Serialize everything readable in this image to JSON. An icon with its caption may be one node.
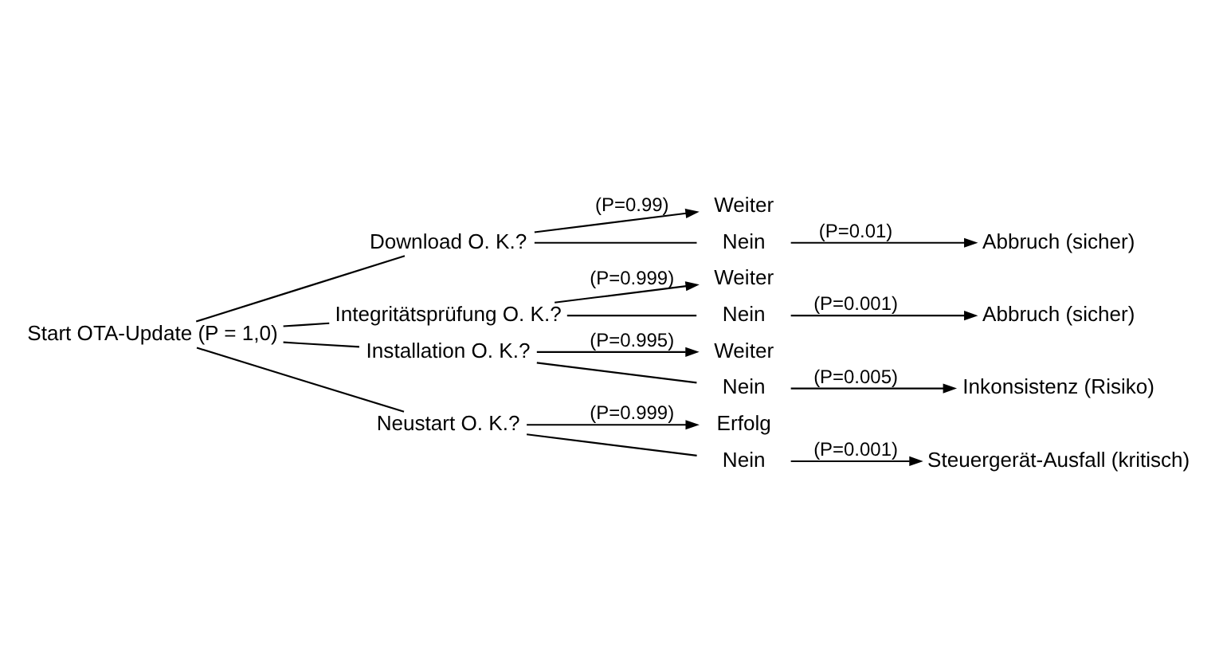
{
  "diagram": {
    "nodes": [
      {
        "text": [
          "Start OTA-Update (P = 1,0)"
        ]
      },
      {
        "text": [
          "Download O. K.?"
        ]
      },
      {
        "text": [
          "Weiter"
        ]
      },
      {
        "text": [
          "Nein"
        ]
      },
      {
        "text": [
          "Abbruch (sicher)"
        ]
      },
      {
        "text": [
          "Integritätsprüfung O. K.?"
        ]
      },
      {
        "text": [
          "Weiter"
        ]
      },
      {
        "text": [
          "Nein"
        ]
      },
      {
        "text": [
          "Abbruch (sicher)"
        ]
      },
      {
        "text": [
          "Installation O. K.?"
        ]
      },
      {
        "text": [
          "Weiter"
        ]
      },
      {
        "text": [
          "Nein"
        ]
      },
      {
        "text": [
          "Inkonsistenz (Risiko)"
        ]
      },
      {
        "text": [
          "Neustart O. K.?"
        ]
      },
      {
        "text": [
          "Erfolg"
        ]
      },
      {
        "text": [
          "Nein"
        ]
      },
      {
        "text": [
          "Steuergerät-Ausfall (kritisch)"
        ]
      }
    ],
    "edges": [
      {
        "from": 0,
        "to": 1,
        "arrow": "none"
      },
      {
        "from": 1,
        "to": 2,
        "arrow": "to",
        "label": "(P=0.99)"
      },
      {
        "from": 1,
        "to": 3,
        "arrow": "none"
      },
      {
        "from": 3,
        "to": 4,
        "arrow": "to",
        "label": "(P=0.01)"
      },
      {
        "from": 0,
        "to": 5,
        "arrow": "none"
      },
      {
        "from": 5,
        "to": 6,
        "arrow": "to",
        "label": "(P=0.999)"
      },
      {
        "from": 5,
        "to": 7,
        "arrow": "none"
      },
      {
        "from": 7,
        "to": 8,
        "arrow": "to",
        "label": "(P=0.001)"
      },
      {
        "from": 0,
        "to": 9,
        "arrow": "none"
      },
      {
        "from": 9,
        "to": 10,
        "arrow": "to",
        "label": "(P=0.995)"
      },
      {
        "from": 9,
        "to": 11,
        "arrow": "none"
      },
      {
        "from": 11,
        "to": 12,
        "arrow": "to",
        "label": "(P=0.005)"
      },
      {
        "from": 0,
        "to": 13,
        "arrow": "none"
      },
      {
        "from": 13,
        "to": 14,
        "arrow": "to",
        "label": "(P=0.999)"
      },
      {
        "from": 13,
        "to": 15,
        "arrow": "none"
      },
      {
        "from": 15,
        "to": 16,
        "arrow": "to",
        "label": "(P=0.001)"
      }
    ]
  }
}
